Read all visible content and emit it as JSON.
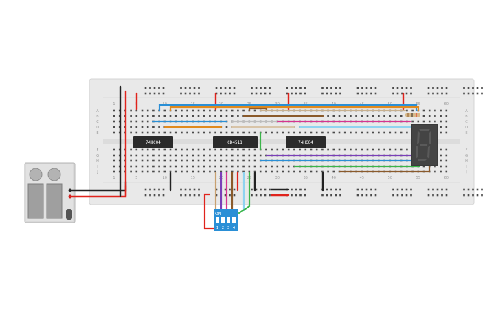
{
  "breadboard": {
    "column_numbers": [
      "1",
      "5",
      "10",
      "15",
      "20",
      "25",
      "30",
      "35",
      "40",
      "45",
      "50",
      "55",
      "60"
    ],
    "row_letters_top": [
      "A",
      "B",
      "C",
      "D",
      "E"
    ],
    "row_letters_bottom": [
      "F",
      "G",
      "H",
      "I",
      "J"
    ]
  },
  "chips": [
    {
      "label": "74HC04"
    },
    {
      "label": "CD4511"
    },
    {
      "label": "74HC04"
    }
  ],
  "dip_switch": {
    "on_label": "ON",
    "positions": [
      "1",
      "2",
      "3",
      "4"
    ]
  },
  "seven_segment": {
    "digit": "8"
  },
  "colors": {
    "wire_red": "#e0231c",
    "wire_black": "#222222",
    "wire_blue": "#2a8fd6",
    "wire_orange": "#e08a1e",
    "wire_pink": "#d6348f",
    "wire_purple": "#7a3fb8",
    "wire_green": "#3bb54a",
    "wire_brown": "#8a5a2b",
    "wire_lightblue": "#8fd3f0",
    "chip": "#2b2b2b",
    "dip": "#2a8fd6",
    "board": "#e8e8e8"
  }
}
